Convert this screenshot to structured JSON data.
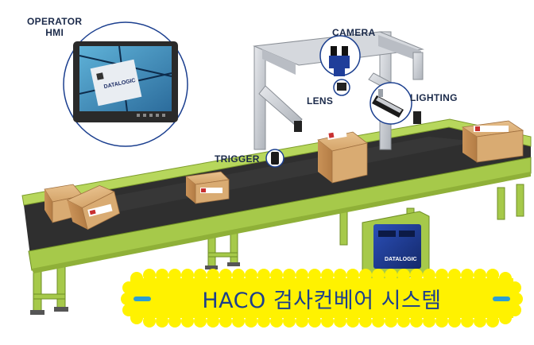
{
  "labels": {
    "operator_hmi_line1": "OPERATOR",
    "operator_hmi_line2": "HMI",
    "camera": "CAMERA",
    "lens": "LENS",
    "lighting": "LIGHTING",
    "trigger": "TRIGGER"
  },
  "brand": "DATALOGIC",
  "banner": {
    "text": "HACO 검사컨베어 시스템"
  },
  "colors": {
    "belt": "#2f2f2f",
    "frame_green": "#a6c94a",
    "box": "#d9ab72",
    "banner_fill": "#fff200",
    "banner_text": "#1c3f8c",
    "callout_circle": "#1b3f8f",
    "camera_blue": "#1f3e9a",
    "mount_silver": "#c9ccd1"
  }
}
